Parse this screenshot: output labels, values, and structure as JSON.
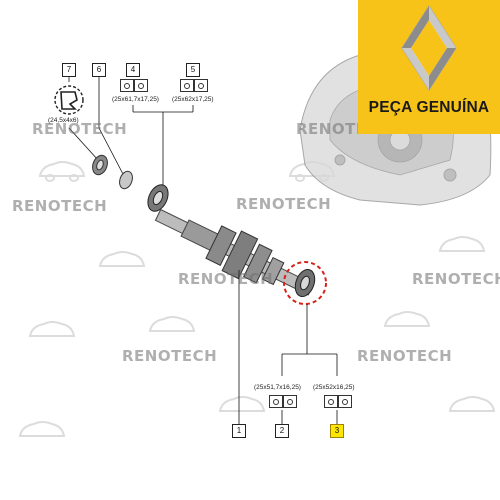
{
  "watermark": {
    "text": "RENOTECH"
  },
  "brand": {
    "tagline": "PEÇA GENUÍNA"
  },
  "parts": {
    "items": [
      {
        "number": "1"
      },
      {
        "number": "2",
        "dimensions": "(25x51,7x16,25)"
      },
      {
        "number": "3",
        "dimensions": "(25x52x16,25)",
        "highlighted": true
      },
      {
        "number": "4",
        "dimensions": "(25x61,7x17,25)"
      },
      {
        "number": "5",
        "dimensions": "(25x62x17,25)"
      },
      {
        "number": "6"
      },
      {
        "number": "7",
        "dimensions": "(24,5x4x6)"
      }
    ]
  },
  "colors": {
    "brand_yellow": "#f7c318",
    "highlight_yellow": "#ffe600",
    "highlight_circle": "#d9201a"
  }
}
